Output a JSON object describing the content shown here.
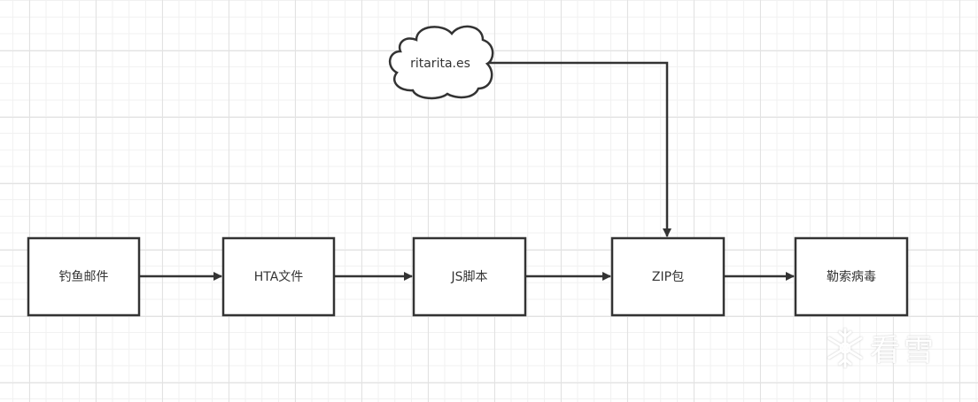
{
  "diagram": {
    "cloud": {
      "id": "cloud",
      "label": "ritarita.es"
    },
    "nodes": [
      {
        "id": "phishing",
        "label": "钓鱼邮件"
      },
      {
        "id": "hta",
        "label": "HTA文件"
      },
      {
        "id": "js",
        "label": "JS脚本"
      },
      {
        "id": "zip",
        "label": "ZIP包"
      },
      {
        "id": "ransom",
        "label": "勒索病毒"
      }
    ],
    "edges": [
      {
        "from": "phishing",
        "to": "hta"
      },
      {
        "from": "hta",
        "to": "js"
      },
      {
        "from": "js",
        "to": "zip"
      },
      {
        "from": "zip",
        "to": "ransom"
      },
      {
        "from": "cloud",
        "to": "zip"
      }
    ],
    "colors": {
      "stroke": "#333333",
      "fill": "#ffffff",
      "text": "#333333"
    }
  },
  "watermark": {
    "text": "看雪",
    "icon": "snowflake-icon"
  }
}
